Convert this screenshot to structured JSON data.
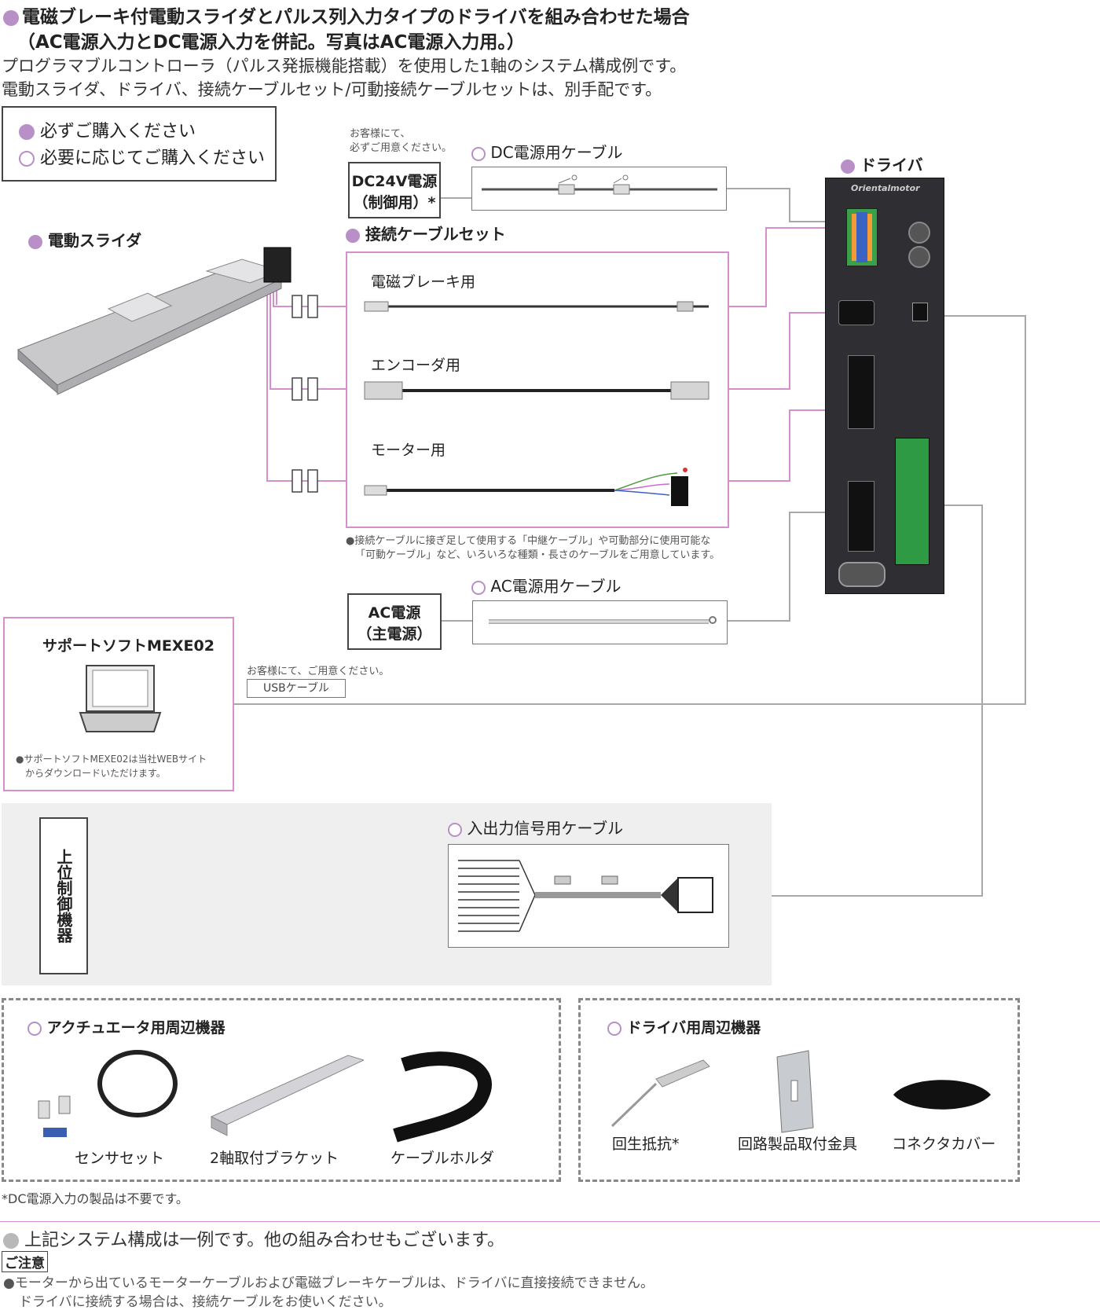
{
  "header": {
    "title": "電磁ブレーキ付電動スライダとパルス列入力タイプのドライバを組み合わせた場合",
    "title2": "（AC電源入力とDC電源入力を併記。写真はAC電源入力用。）",
    "desc1": "プログラマブルコントローラ（パルス発振機能搭載）を使用した1軸のシステム構成例です。",
    "desc2": "電動スライダ、ドライバ、接続ケーブルセット/可動接続ケーブルセットは、別手配です。"
  },
  "legend": {
    "must": "必ずご購入ください",
    "optional": "必要に応じてご購入ください"
  },
  "dc_power": {
    "note1": "お客様にて、",
    "note2": "必ずご用意ください。",
    "label1": "DC24V電源",
    "label2": "（制御用）*",
    "cable": "DC電源用ケーブル"
  },
  "driver": {
    "label": "ドライバ",
    "brand": "Orientalmotor"
  },
  "slider": {
    "label": "電動スライダ"
  },
  "cable_set": {
    "label": "接続ケーブルセット",
    "brake": "電磁ブレーキ用",
    "encoder": "エンコーダ用",
    "motor": "モーター用",
    "note1": "●接続ケーブルに接ぎ足して使用する「中継ケーブル」や可動部分に使用可能な",
    "note2": "「可動ケーブル」など、いろいろな種類・長さのケーブルをご用意しています。"
  },
  "ac_power": {
    "cable": "AC電源用ケーブル",
    "label1": "AC電源",
    "label2": "（主電源）"
  },
  "support": {
    "title": "サポートソフトMEXE02",
    "note1": "●サポートソフトMEXE02は当社WEBサイト",
    "note2": "からダウンロードいただけます。",
    "usb_note": "お客様にて、ご用意ください。",
    "usb_label": "USBケーブル"
  },
  "host": {
    "label": "上位制御機器"
  },
  "io_cable": {
    "label": "入出力信号用ケーブル"
  },
  "actuator_accessories": {
    "title": "アクチュエータ用周辺機器",
    "items": [
      "センサセット",
      "2軸取付ブラケット",
      "ケーブルホルダ"
    ]
  },
  "driver_accessories": {
    "title": "ドライバ用周辺機器",
    "items": [
      "回生抵抗*",
      "回路製品取付金具",
      "コネクタカバー"
    ]
  },
  "footnote": "*DC電源入力の製品は不要です。",
  "footer": {
    "note": "上記システム構成は一例です。他の組み合わせもございます。",
    "caution_label": "ご注意",
    "caution1": "●モーターから出ているモーターケーブルおよび電磁ブレーキケーブルは、ドライバに直接接続できません。",
    "caution2": "ドライバに接続する場合は、接続ケーブルをお使いください。"
  },
  "colors": {
    "accent": "#b98fc8",
    "pink_line": "#d58fcd",
    "gray_line": "#a0a0a0"
  }
}
